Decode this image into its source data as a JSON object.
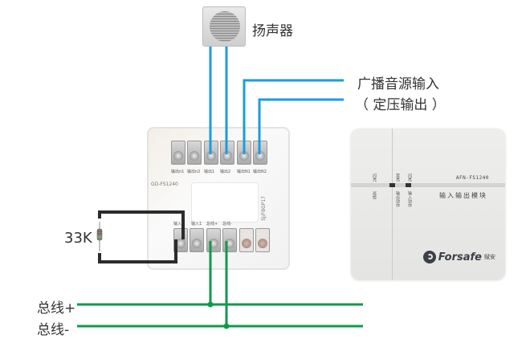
{
  "speaker": {
    "label": "扬声器"
  },
  "broadcast_input": {
    "line1": "广播音源输入",
    "line2": "（ 定压输出 ）"
  },
  "resistor": {
    "label": "33K"
  },
  "bus": {
    "plus_label": "总线+",
    "minus_label": "总线-"
  },
  "base": {
    "model": "GD-FS1240",
    "side_code": "SJ/F8GP17",
    "top_terminals": [
      "输出n1",
      "输出n2",
      "输出1",
      "输出2",
      "输出N1",
      "输出N2"
    ],
    "bottom_terminals": [
      "输入1",
      "输入1",
      "总线+",
      "总线-",
      "",
      ""
    ]
  },
  "module": {
    "model": "AFN-FS1240",
    "name": "输入输出模块",
    "indicators": [
      {
        "top": "闪亮",
        "bottom": "巡检"
      },
      {
        "top": "常亮",
        "bottom": "输出动作"
      },
      {
        "top": "闪亮",
        "bottom": "输入动作"
      }
    ],
    "brand": "Forsafe",
    "brand_cn": "赋安"
  },
  "colors": {
    "audio_wire": "#1a9de0",
    "bus_wire": "#0f9a4a",
    "resistor_wire": "#2b2b2b"
  }
}
